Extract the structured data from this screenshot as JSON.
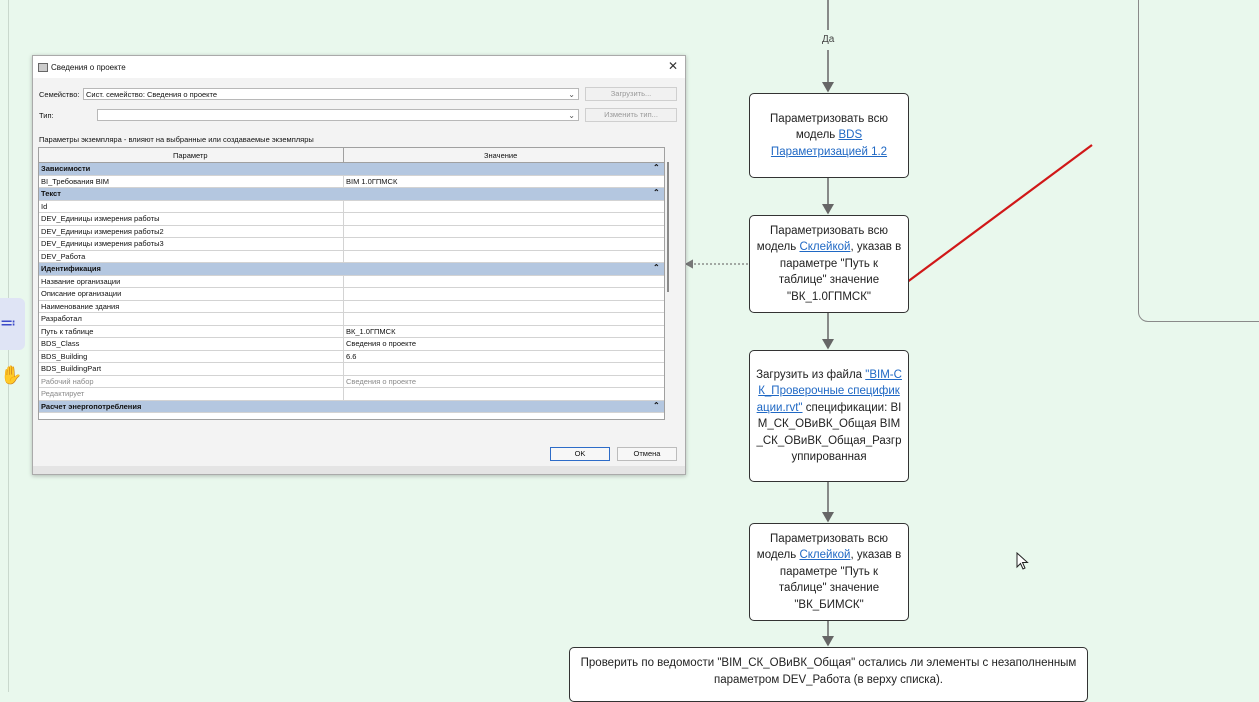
{
  "flow": {
    "edge_yes_label": "Да",
    "node1": {
      "pre": "Параметризовать всю модель ",
      "link": "BDS Параметризацией 1.2",
      "post": ""
    },
    "node2": {
      "pre": "Параметризовать всю модель ",
      "link": "Склейкой",
      "post": ", указав в параметре \"Путь к таблице\" значение \"ВК_1.0ГПМСК\""
    },
    "node3": {
      "pre": "Загрузить из файла ",
      "link": "\"BIM-СК_Проверочные спецификации.rvt\"",
      "post": " спецификации: BIM_СК_ОВиВК_Общая BIM_СК_ОВиВК_Общая_Разгруппированная"
    },
    "node4": {
      "pre": "Параметризовать всю модель ",
      "link": "Склейкой",
      "post": ", указав в параметре \"Путь к таблице\" значение \"ВК_БИМСК\""
    },
    "node5": {
      "text": "Проверить по ведомости \"BIM_СК_ОВиВК_Общая\" остались ли элементы с незаполненным параметром DEV_Работа (в верху списка)."
    }
  },
  "dialog": {
    "title": "Сведения о проекте",
    "close_glyph": "✕",
    "family_label": "Семейство:",
    "family_value": "Сист. семейство: Сведения о проекте",
    "load_button": "Загрузить...",
    "type_label": "Тип:",
    "type_value": "",
    "edit_type_button": "Изменить тип...",
    "instance_note": "Параметры экземпляра - влияют на выбранные или создаваемые экземпляры",
    "col_param": "Параметр",
    "col_value": "Значение",
    "rows": [
      {
        "p": "Зависимости",
        "v": "",
        "kind": "group"
      },
      {
        "p": "BI_Требования BIM",
        "v": "BIM 1.0ГПМСК",
        "kind": "row"
      },
      {
        "p": "Текст",
        "v": "",
        "kind": "group"
      },
      {
        "p": "Id",
        "v": "",
        "kind": "row"
      },
      {
        "p": "DEV_Единицы измерения работы",
        "v": "",
        "kind": "row"
      },
      {
        "p": "DEV_Единицы измерения работы2",
        "v": "",
        "kind": "row"
      },
      {
        "p": "DEV_Единицы измерения работы3",
        "v": "",
        "kind": "row"
      },
      {
        "p": "DEV_Работа",
        "v": "",
        "kind": "row"
      },
      {
        "p": "Идентификация",
        "v": "",
        "kind": "group"
      },
      {
        "p": "Название организации",
        "v": "",
        "kind": "row"
      },
      {
        "p": "Описание организации",
        "v": "",
        "kind": "row"
      },
      {
        "p": "Наименование здания",
        "v": "",
        "kind": "row"
      },
      {
        "p": "Разработал",
        "v": "",
        "kind": "row"
      },
      {
        "p": "Путь к таблице",
        "v": "ВК_1.0ГПМСК",
        "kind": "row"
      },
      {
        "p": "BDS_Class",
        "v": "Сведения о проекте",
        "kind": "row"
      },
      {
        "p": "BDS_Building",
        "v": "6.6",
        "kind": "row"
      },
      {
        "p": "BDS_BuildingPart",
        "v": "",
        "kind": "row"
      },
      {
        "p": "Рабочий набор",
        "v": "Сведения о проекте",
        "kind": "grey"
      },
      {
        "p": "Редактирует",
        "v": "",
        "kind": "grey"
      },
      {
        "p": "Расчет энергопотребления",
        "v": "",
        "kind": "group"
      }
    ],
    "collapse_glyph": "⌃",
    "ok_button": "OK",
    "cancel_button": "Отмена"
  },
  "colors": {
    "background": "#e9f8ed",
    "link": "#1f68c4",
    "annotation_arrow": "#d01818",
    "highlight": "#d01818"
  }
}
